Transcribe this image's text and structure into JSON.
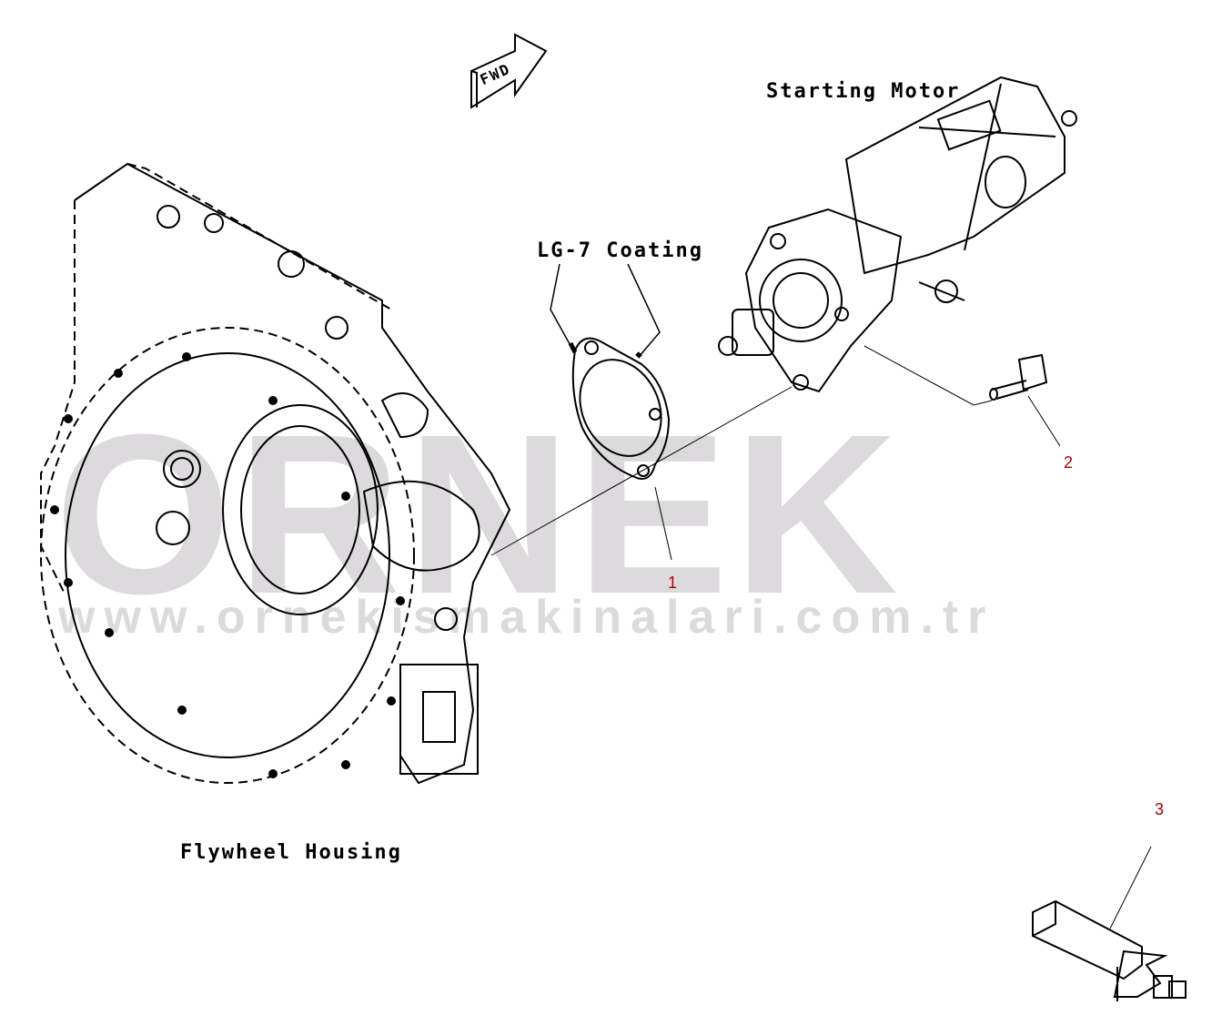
{
  "labels": {
    "fwd": "FWD",
    "starting_motor": "Starting Motor",
    "lg7_coating": "LG-7 Coating",
    "flywheel_housing": "Flywheel Housing"
  },
  "callouts": [
    "1",
    "2",
    "3"
  ],
  "watermark": {
    "brand": "ORNEK",
    "url": "www.ornekismakinalari.com.tr"
  },
  "colors": {
    "line": "#000000",
    "callout": "#b00000",
    "watermark": "#d7d4d6",
    "watermark_accent": "#f2d27a"
  }
}
